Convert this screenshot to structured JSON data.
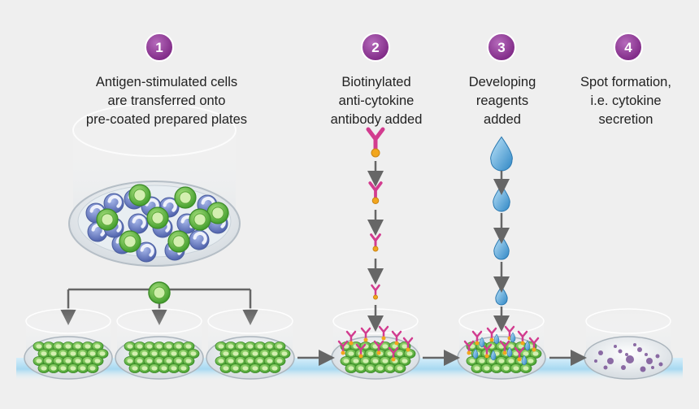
{
  "steps": [
    {
      "number": "1",
      "caption": "Antigen-stimulated cells\nare transferred onto\npre-coated prepared plates"
    },
    {
      "number": "2",
      "caption": "Biotinylated\nanti-cytokine\nantibody added"
    },
    {
      "number": "3",
      "caption": "Developing\nreagents\nadded"
    },
    {
      "number": "4",
      "caption": "Spot formation,\ni.e. cytokine\nsecretion"
    }
  ],
  "colors": {
    "badge": "#8e2f95",
    "cell_green": "#5fb83a",
    "cell_blue": "#6b7fc4",
    "antibody": "#d23c8f",
    "biotin": "#f2a61d",
    "droplet": "#58a8d8",
    "spot": "#6a3d8a",
    "arrow": "#666666",
    "floor": "#bfe3f4"
  }
}
